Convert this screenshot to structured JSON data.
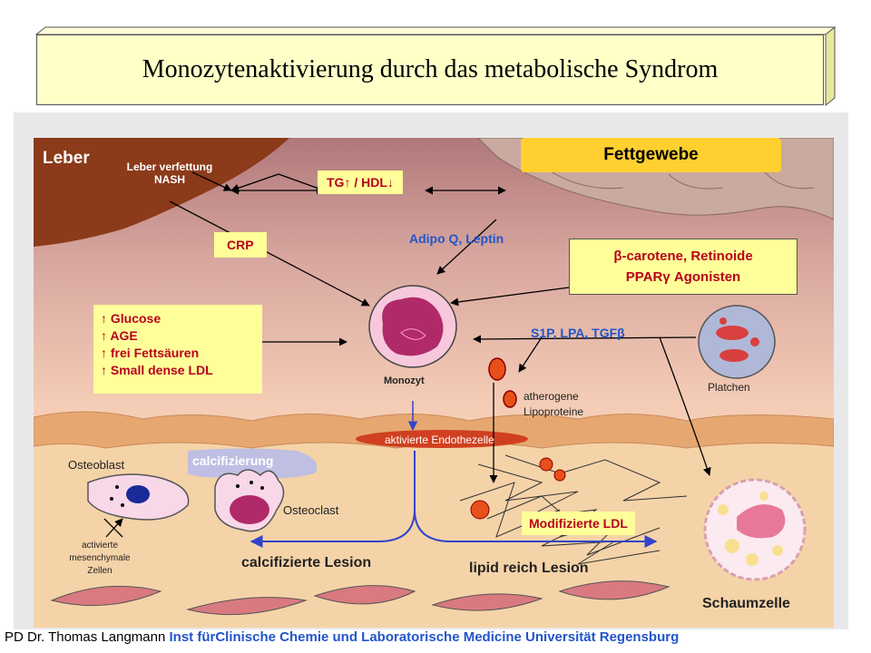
{
  "title": "Monozytenaktivierung durch das metabolische Syndrom",
  "labels": {
    "leber": "Leber",
    "leber_verfettung": "Leber verfettung",
    "nash": "NASH",
    "fettgewebe": "Fettgewebe",
    "tg_hdl": "TG↑ / HDL↓",
    "crp": "CRP",
    "adipo": "Adipo Q,  Leptin",
    "carotene_line1": "β-carotene, Retinoide",
    "carotene_line2": "PPARγ Agonisten",
    "glucose": "↑ Glucose",
    "age": "↑ AGE",
    "fettsaeuren": "↑ frei Fettsäuren",
    "ldl": "↑ Small dense LDL",
    "monozyt": "Monozyt",
    "s1p": "S1P, LPA, TGFβ",
    "platchen": "Platchen",
    "atherogene_line1": "atherogene",
    "atherogene_line2": "Lipoproteine",
    "endothel": "aktivierte Endothezelle",
    "calcifizierung": "calcifizierung",
    "osteoblast": "Osteoblast",
    "osteoclast": "Osteoclast",
    "mesen_line1": "activierte",
    "mesen_line2": "mesenchymale",
    "mesen_line3": "Zellen",
    "modifizierte_ldl": "Modifizierte LDL",
    "calc_lesion": "calcifizierte Lesion",
    "lipid_lesion": "lipid reich Lesion",
    "schaumzelle": "Schaumzelle"
  },
  "footer": {
    "author": "PD Dr. Thomas Langmann",
    "institute": "Inst fürClinische Chemie und Laboratorische Medicine Universität Regensburg"
  },
  "colors": {
    "title_bg": "#ffffc8",
    "liver": "#8b3a1a",
    "fat": "#c9a9a0",
    "yellow_box": "#ffff99",
    "label_red": "#b8001e",
    "label_blue": "#2255cc",
    "lesion_tissue": "#f5d3a8"
  }
}
